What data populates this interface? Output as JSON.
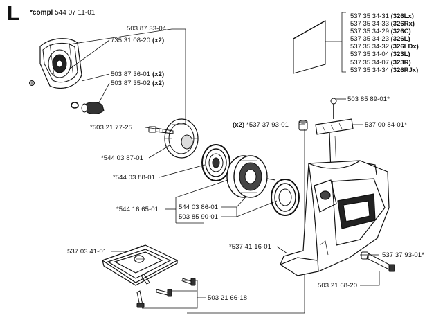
{
  "section": {
    "letter": "L",
    "compl_prefix": "*compl",
    "compl_number": "544 07 11-01"
  },
  "variants": [
    {
      "number": "537 35 34-31",
      "model": "(326Lx)"
    },
    {
      "number": "537 35 34-33",
      "model": "(326Rx)"
    },
    {
      "number": "537 35 34-29",
      "model": "(326C)"
    },
    {
      "number": "537 35 34-23",
      "model": "(326L)"
    },
    {
      "number": "537 35 34-32",
      "model": "(326LDx)"
    },
    {
      "number": "537 35 34-04",
      "model": "(323L)"
    },
    {
      "number": "537 35 34-07",
      "model": "(323R)"
    },
    {
      "number": "537 35 34-34",
      "model": "(326RJx)"
    }
  ],
  "parts": {
    "p1": {
      "text": "503 87 33-04",
      "qty": ""
    },
    "p2": {
      "text": "735 31 08-20",
      "qty": "(x2)"
    },
    "p3": {
      "text": "503 87 36-01",
      "qty": "(x2)"
    },
    "p4": {
      "text": "503 87 35-02",
      "qty": "(x2)"
    },
    "p5": {
      "text": "503 85 89-01*",
      "qty": ""
    },
    "p6": {
      "text": "*537 37 93-01",
      "qty": "(x2)"
    },
    "p7": {
      "text": "537 00 84-01*",
      "qty": ""
    },
    "p8": {
      "text": "*503 21 77-25",
      "qty": ""
    },
    "p9": {
      "text": "*544 03 87-01",
      "qty": ""
    },
    "p10": {
      "text": "*544 03 88-01",
      "qty": ""
    },
    "p11": {
      "text": "544 03 86-01",
      "qty": ""
    },
    "p12": {
      "text": "*544 16 65-01",
      "qty": ""
    },
    "p13": {
      "text": "503 85 90-01",
      "qty": ""
    },
    "p14": {
      "text": "*537 41 16-01",
      "qty": ""
    },
    "p15": {
      "text": "537 03 41-01",
      "qty": ""
    },
    "p16": {
      "text": "537 37 93-01*",
      "qty": ""
    },
    "p17": {
      "text": "503 21 68-20",
      "qty": ""
    },
    "p18": {
      "text": "503 21 66-18",
      "qty": ""
    }
  }
}
